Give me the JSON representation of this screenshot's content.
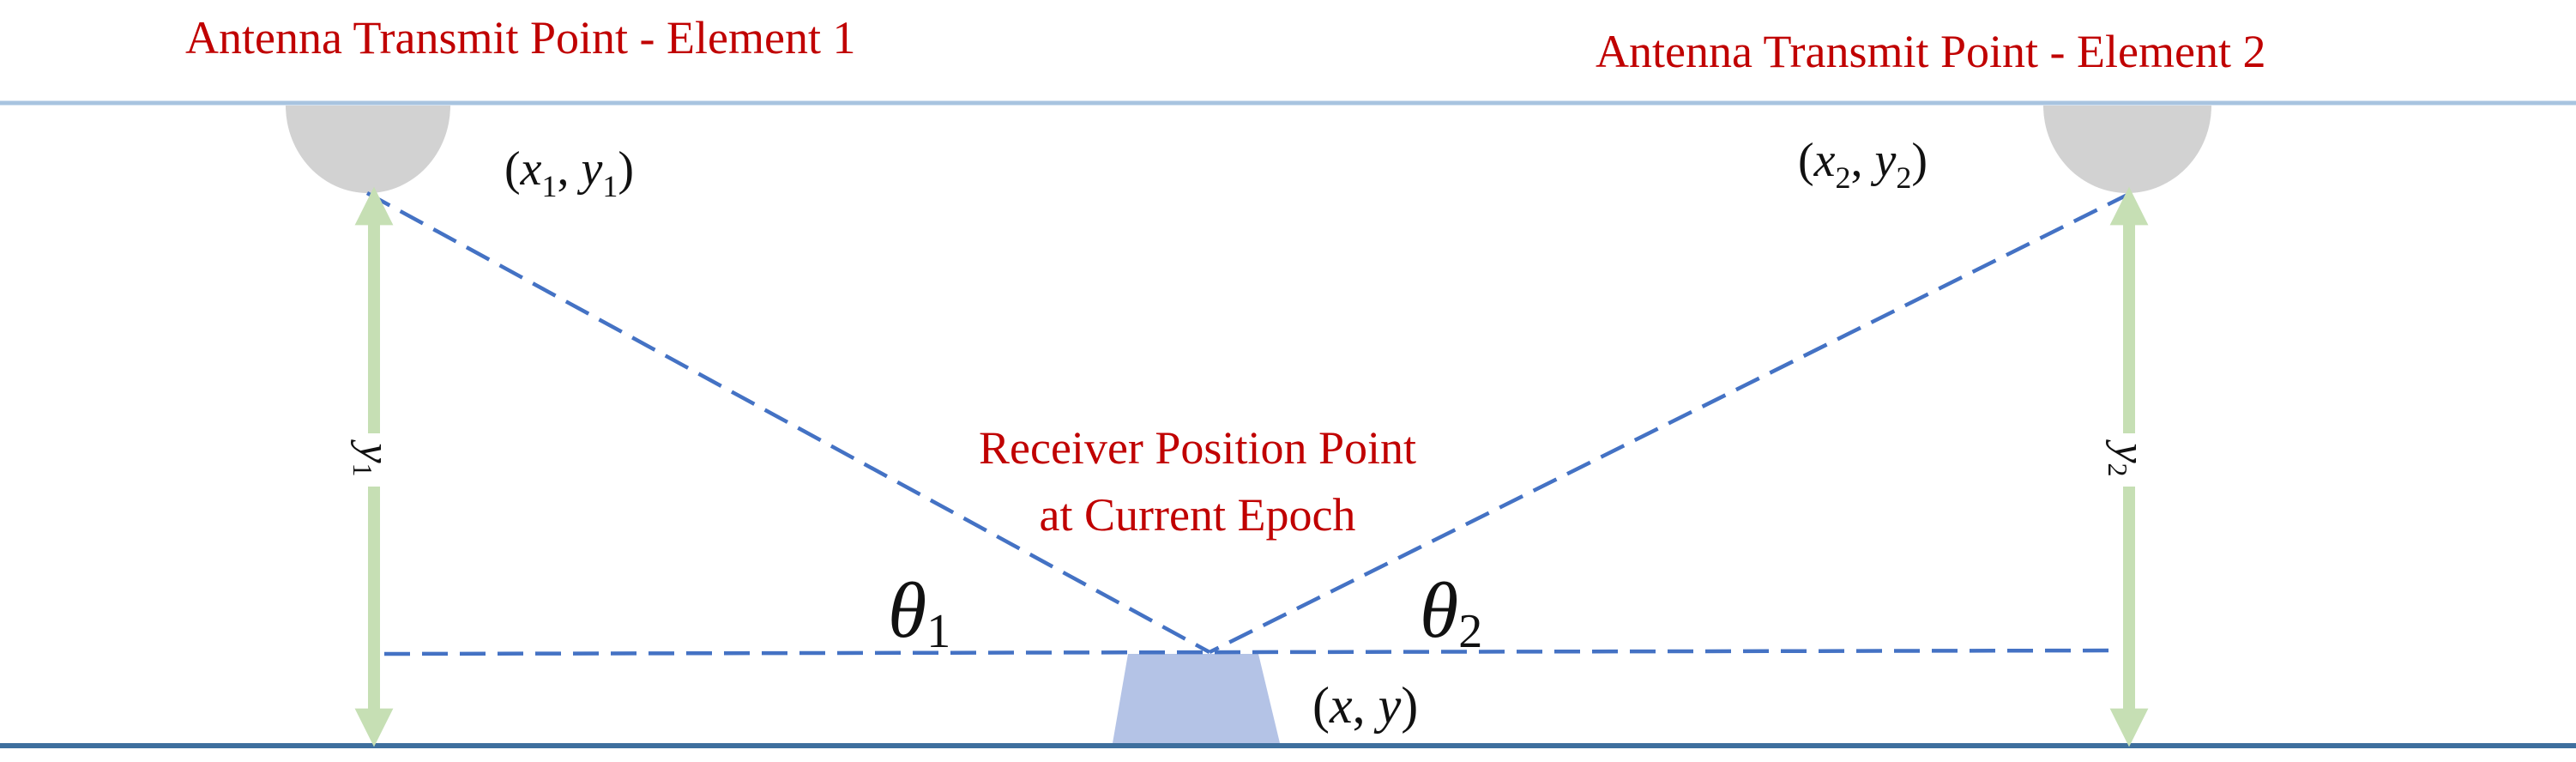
{
  "labels": {
    "antenna1": "Antenna Transmit Point - Element 1",
    "antenna2": "Antenna Transmit Point - Element 2",
    "receiver_line1": "Receiver Position Point",
    "receiver_line2": "at Current Epoch"
  },
  "math": {
    "pt1_var_x": "x",
    "pt1_sub_x": "1",
    "pt1_var_y": "y",
    "pt1_sub_y": "1",
    "pt2_var_x": "x",
    "pt2_sub_x": "2",
    "pt2_var_y": "y",
    "pt2_sub_y": "2",
    "pt_receiver_x": "x",
    "pt_receiver_y": "y",
    "theta": "θ",
    "theta1_sub": "1",
    "theta2_sub": "2",
    "height1_var": "y",
    "height1_sub": "1",
    "height2_var": "y",
    "height2_sub": "2"
  },
  "colors": {
    "label_red": "#c00000",
    "top_line": "#a8c4e0",
    "ground_line": "#3e6f9e",
    "dashed": "#4472c4",
    "arrow_green": "#c6dfb4",
    "antenna_gray": "#d2d2d2",
    "receiver_blue": "#b4c3e6"
  },
  "icons": {
    "antenna1": "antenna-dish-icon",
    "antenna2": "antenna-dish-icon",
    "receiver": "receiver-trapezoid-icon"
  }
}
